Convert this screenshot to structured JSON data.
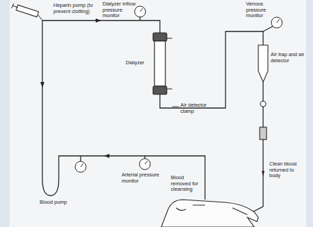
{
  "diagram": {
    "labels": [
      "Heparin pump (to prevent clotting)",
      "Dialyzer inflow pressure monitor",
      "Venous pressure monitor",
      "Dialyzer",
      "Air trap and air detector",
      "Air detector clamp",
      "Arterial pressure monitor",
      "Blood pump",
      "Blood removed for cleansing",
      "Clean blood returned to body"
    ]
  }
}
